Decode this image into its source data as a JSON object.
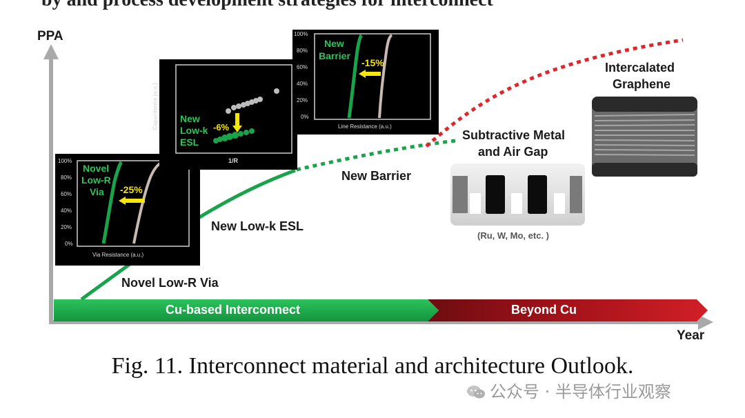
{
  "header_fragment": "by and process development strategies for interconnect",
  "axes": {
    "y_label": "PPA",
    "x_label": "Year"
  },
  "bars": {
    "cu_label": "Cu-based Interconnect",
    "beyond_label": "Beyond Cu",
    "cu_color": "#1aa34a",
    "beyond_color": "#c0141c"
  },
  "milestones": {
    "low_r_via": "Novel Low-R Via",
    "low_k_esl": "New Low-k ESL",
    "new_barrier": "New Barrier",
    "subtractive_line1": "Subtractive Metal",
    "subtractive_line2": "and Air Gap",
    "subtractive_note": "(Ru, W, Mo, etc. )",
    "graphene_line1": "Intercalated",
    "graphene_line2": "Graphene"
  },
  "insets": {
    "via": {
      "label_lines": [
        "Novel",
        "Low-R",
        "Via"
      ],
      "change": "-25%",
      "x_label": "Via Resistance (a.u.)",
      "y_ticks": [
        "100%",
        "80%",
        "60%",
        "40%",
        "20%",
        "0%"
      ]
    },
    "esl": {
      "label_lines": [
        "New",
        "Low-k",
        "ESL"
      ],
      "change": "-6%",
      "x_label": "1/R",
      "y_label": "Capacitance (a.u.)"
    },
    "barrier": {
      "label_lines": [
        "New",
        "Barrier"
      ],
      "change": "-15%",
      "x_label": "Line Resistance (a.u.)",
      "y_ticks": [
        "100%",
        "80%",
        "60%",
        "40%",
        "20%",
        "0%"
      ]
    }
  },
  "caption": "Fig. 11. Interconnect material and architecture Outlook.",
  "watermark": "公众号 · 半导体行业观察"
}
